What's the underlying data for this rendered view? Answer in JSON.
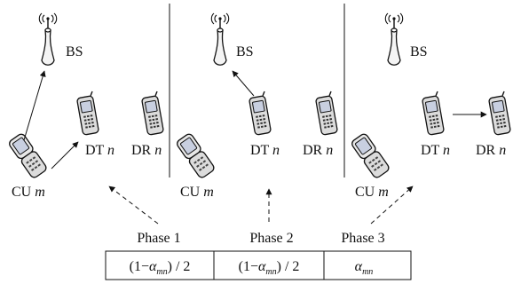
{
  "labels": {
    "bs": "BS",
    "cu": "CU",
    "cu_index": "m",
    "dt": "DT",
    "dr": "DR",
    "d2d_index": "n"
  },
  "phases": [
    {
      "name": "Phase 1",
      "duration": "(1−αmn) / 2"
    },
    {
      "name": "Phase 2",
      "duration": "(1−αmn) / 2"
    },
    {
      "name": "Phase 3",
      "duration": "αmn"
    }
  ],
  "icons": {
    "base_station": "base-station-icon",
    "cellular_user": "flip-phone-icon",
    "d2d_device": "mobile-phone-icon",
    "signal": "radio-waves-icon"
  },
  "colors": {
    "ink": "#111111",
    "device_fill": "#e8e8e8",
    "screen": "#c8cfe0"
  }
}
